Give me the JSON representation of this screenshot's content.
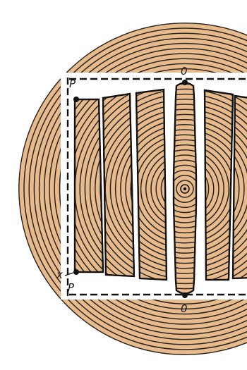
{
  "colors": {
    "wood": "#e8bb8c",
    "ring": "#2a2522",
    "background": "#ffffff"
  },
  "labels": {
    "p_top": "P",
    "p_bottom": "P",
    "x_mark": "x",
    "o_top": "0",
    "o_bottom": "0"
  }
}
